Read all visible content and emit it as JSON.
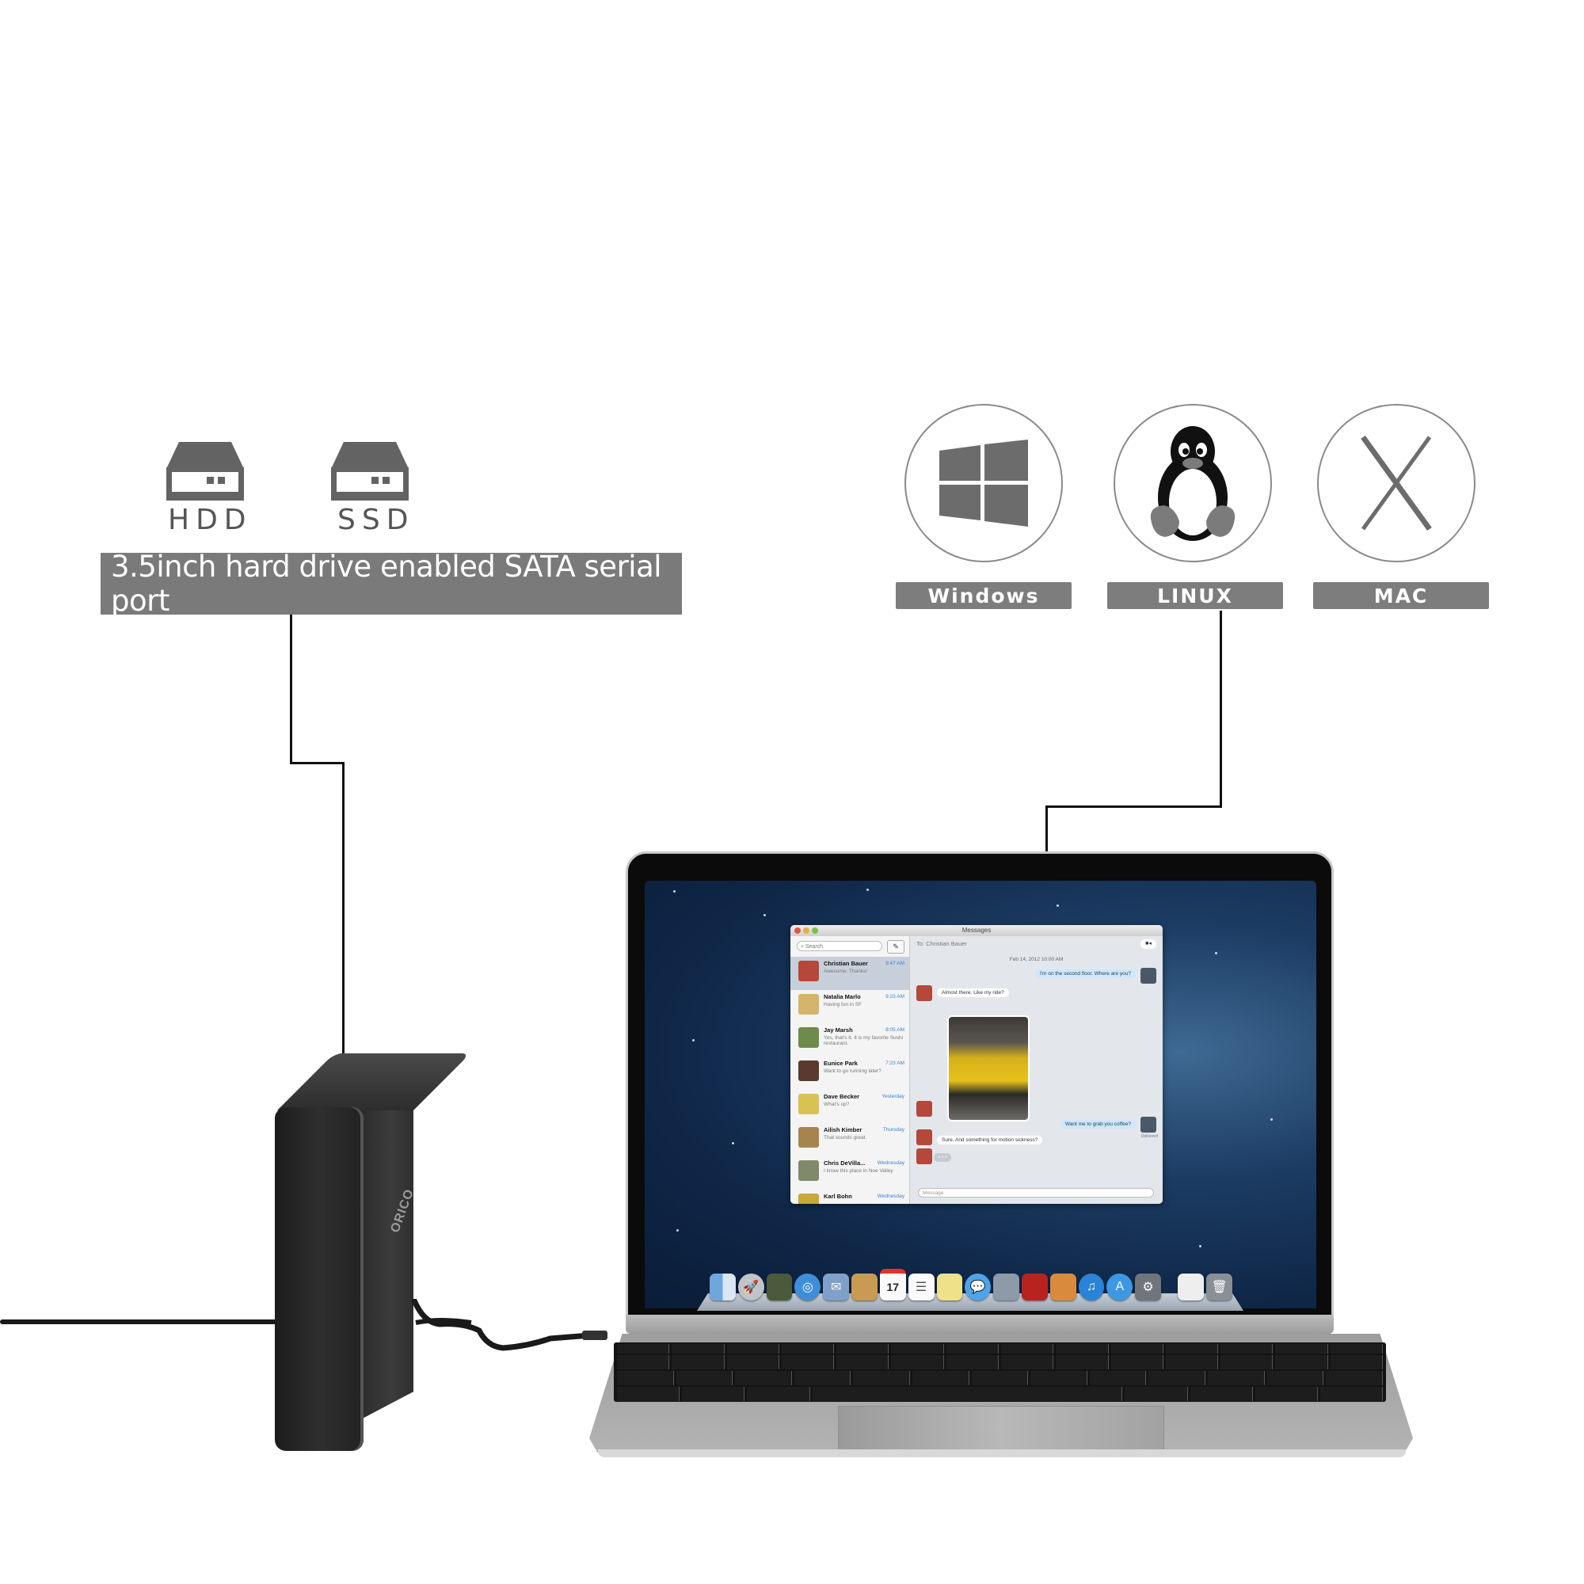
{
  "drive_types": [
    {
      "label": "HDD",
      "icon": "hdd-icon"
    },
    {
      "label": "SSD",
      "icon": "ssd-icon"
    }
  ],
  "drive_banner": "3.5inch hard drive enabled SATA serial port",
  "os_support": [
    {
      "label": "Windows",
      "icon": "windows-logo-icon"
    },
    {
      "label": "LINUX",
      "icon": "tux-penguin-icon"
    },
    {
      "label": "MAC",
      "icon": "mac-os-x-icon"
    }
  ],
  "colors": {
    "banner_bg": "#7a7a7a",
    "label_bg": "#7d7d7d",
    "icon_gray": "#666666",
    "connector_line": "#111111"
  },
  "laptop_screen": {
    "messages_window": {
      "title": "Messages",
      "search_placeholder": "Search",
      "to_label": "To:",
      "recipient": "Christian Bauer",
      "date": "Feb 14, 2012 10:00 AM",
      "conversations": [
        {
          "name": "Christian Bauer",
          "time": "9:47 AM",
          "preview": "Awesome. Thanks!",
          "selected": true
        },
        {
          "name": "Natalia Marlo",
          "time": "9:23 AM",
          "preview": "Having fun in SF",
          "unread": true
        },
        {
          "name": "Jay Marsh",
          "time": "8:05 AM",
          "preview": "Yes, that's it. It is my favorite Sushi restaurant."
        },
        {
          "name": "Eunice Park",
          "time": "7:23 AM",
          "preview": "Want to go running later?",
          "unread": true
        },
        {
          "name": "Dave Becker",
          "time": "Yesterday",
          "preview": "What's up?"
        },
        {
          "name": "Ailish Kimber",
          "time": "Thursday",
          "preview": "That sounds great."
        },
        {
          "name": "Chris DeVilla...",
          "time": "Wednesday",
          "preview": "I know this place in Noe Valley"
        },
        {
          "name": "Karl Bohn",
          "time": "Wednesday",
          "preview": ""
        }
      ],
      "messages": [
        {
          "from": "me",
          "text": "I'm on the second floor. Where are you?"
        },
        {
          "from": "them",
          "text": "Almost there. Like my ride?"
        },
        {
          "from": "them",
          "type": "photo",
          "text": ""
        },
        {
          "from": "me",
          "text": "Want me to grab you coffee?",
          "status": "Delivered"
        },
        {
          "from": "them",
          "text": "Sure. And something for motion sickness?"
        },
        {
          "from": "them",
          "type": "typing",
          "text": "• • •"
        }
      ],
      "message_placeholder": "Message"
    },
    "dock_items": [
      "Finder",
      "Launchpad",
      "Mission Control",
      "Safari",
      "Mail",
      "Contacts",
      "Calendar",
      "Reminders",
      "Notes",
      "Messages",
      "FaceTime",
      "Photo Booth",
      "iPhoto",
      "iTunes",
      "App Store",
      "System Preferences",
      "Documents",
      "Trash"
    ],
    "calendar_day": "17"
  },
  "enclosure": {
    "brand": "ORICO"
  }
}
